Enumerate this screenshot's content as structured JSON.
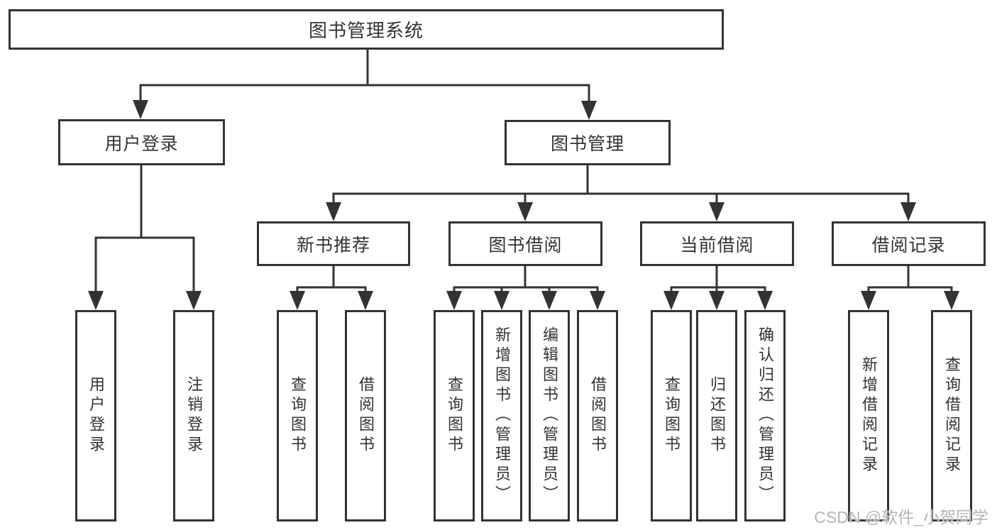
{
  "diagram": {
    "root": {
      "label": "图书管理系统"
    },
    "branches": [
      {
        "label": "用户登录",
        "children": [
          {
            "label": "用户登录"
          },
          {
            "label": "注销登录"
          }
        ]
      },
      {
        "label": "图书管理",
        "children": [
          {
            "label": "新书推荐",
            "children": [
              {
                "label": "查询图书"
              },
              {
                "label": "借阅图书"
              }
            ]
          },
          {
            "label": "图书借阅",
            "children": [
              {
                "label": "查询图书"
              },
              {
                "label": "新增图书（管理员）"
              },
              {
                "label": "编辑图书（管理员）"
              },
              {
                "label": "借阅图书"
              }
            ]
          },
          {
            "label": "当前借阅",
            "children": [
              {
                "label": "查询图书"
              },
              {
                "label": "归还图书"
              },
              {
                "label": "确认归还（管理员）"
              }
            ]
          },
          {
            "label": "借阅记录",
            "children": [
              {
                "label": "新增借阅记录"
              },
              {
                "label": "查询借阅记录"
              }
            ]
          }
        ]
      }
    ]
  },
  "watermark": {
    "text": "CSDN @软件_小贺同学"
  },
  "colors": {
    "line": "#333333",
    "text": "#333333",
    "box_background": "#ffffff",
    "watermark": "#b4b4b4"
  }
}
